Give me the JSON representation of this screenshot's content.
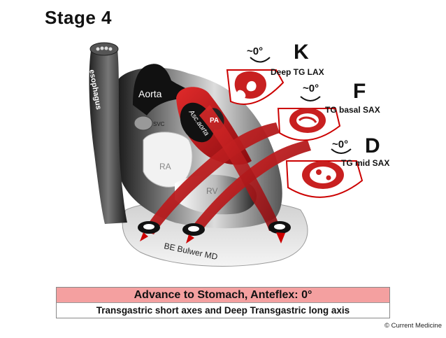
{
  "title": "Stage 4",
  "anatomy": {
    "esophagus": "esophagus",
    "aorta": "Aorta",
    "asc_aorta": "Asc.aorta",
    "pa": "PA",
    "svc": "SVC",
    "ra": "RA",
    "rv": "RV",
    "artist": "BE Bulwer MD"
  },
  "views": [
    {
      "letter": "K",
      "angle": "~0°",
      "name": "Deep TG LAX"
    },
    {
      "letter": "F",
      "angle": "~0°",
      "name": "TG basal SAX"
    },
    {
      "letter": "D",
      "angle": "~0°",
      "name": "TG mid SAX"
    }
  ],
  "banner": {
    "heading": "Advance to Stomach, Anteflex: 0°",
    "subheading": "Transgastric short axes and Deep Transgastric long axis"
  },
  "credit": "© Current Medicine",
  "colors": {
    "red": "#d21e24",
    "dark": "#1a1a1a",
    "banner": "#f4a0a0"
  }
}
